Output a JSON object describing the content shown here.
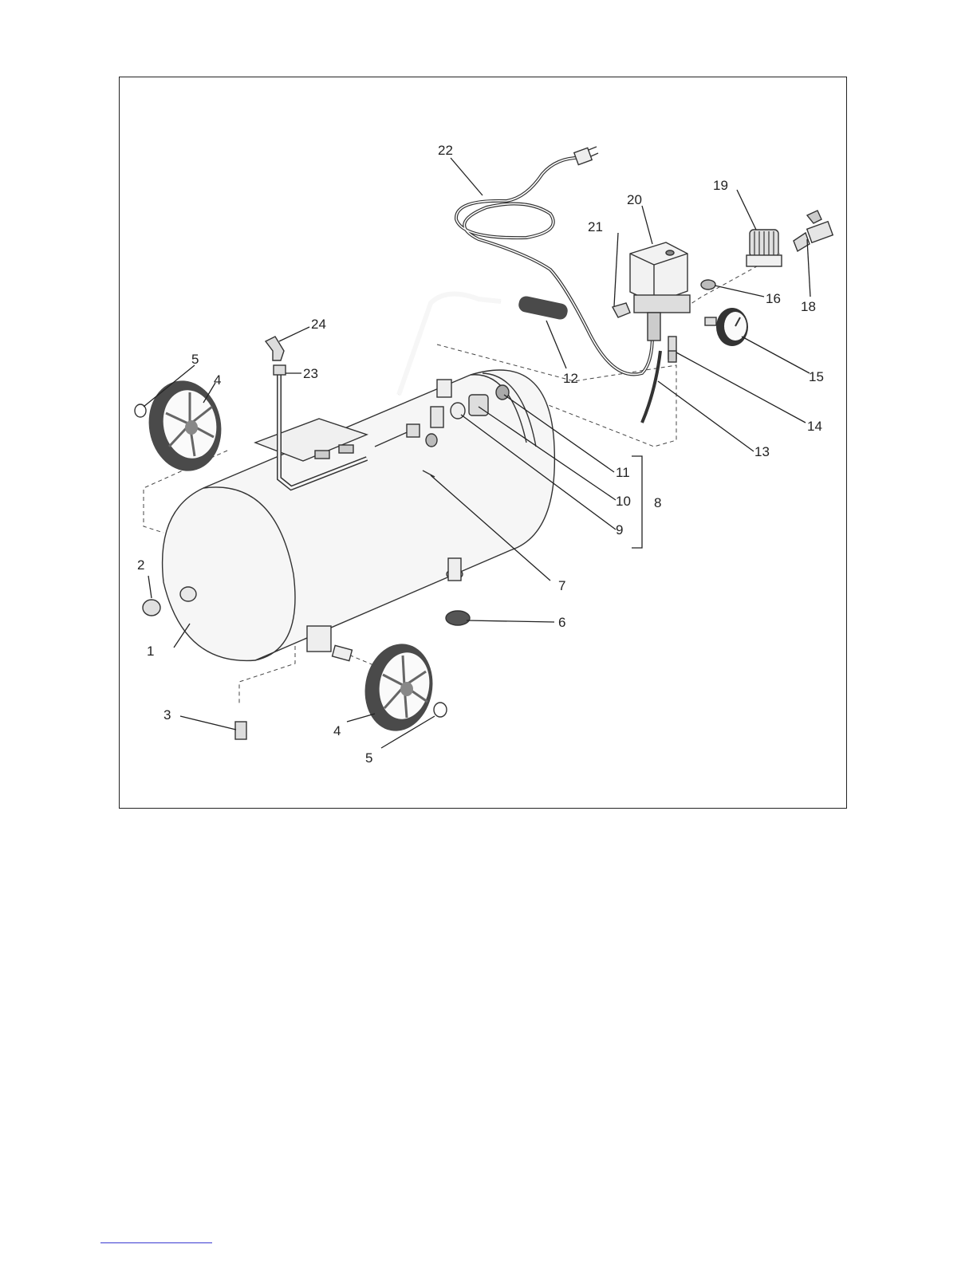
{
  "diagram": {
    "callouts": [
      "1",
      "2",
      "3",
      "4",
      "4",
      "5",
      "5",
      "6",
      "7",
      "8",
      "9",
      "10",
      "11",
      "12",
      "13",
      "14",
      "15",
      "16",
      "18",
      "19",
      "20",
      "21",
      "22",
      "23",
      "24"
    ]
  },
  "colors": {
    "line": "#222222",
    "metal": "#f6f6f6",
    "rubber": "#4a4a4a",
    "footnote_rule": "#3a3ad0"
  }
}
